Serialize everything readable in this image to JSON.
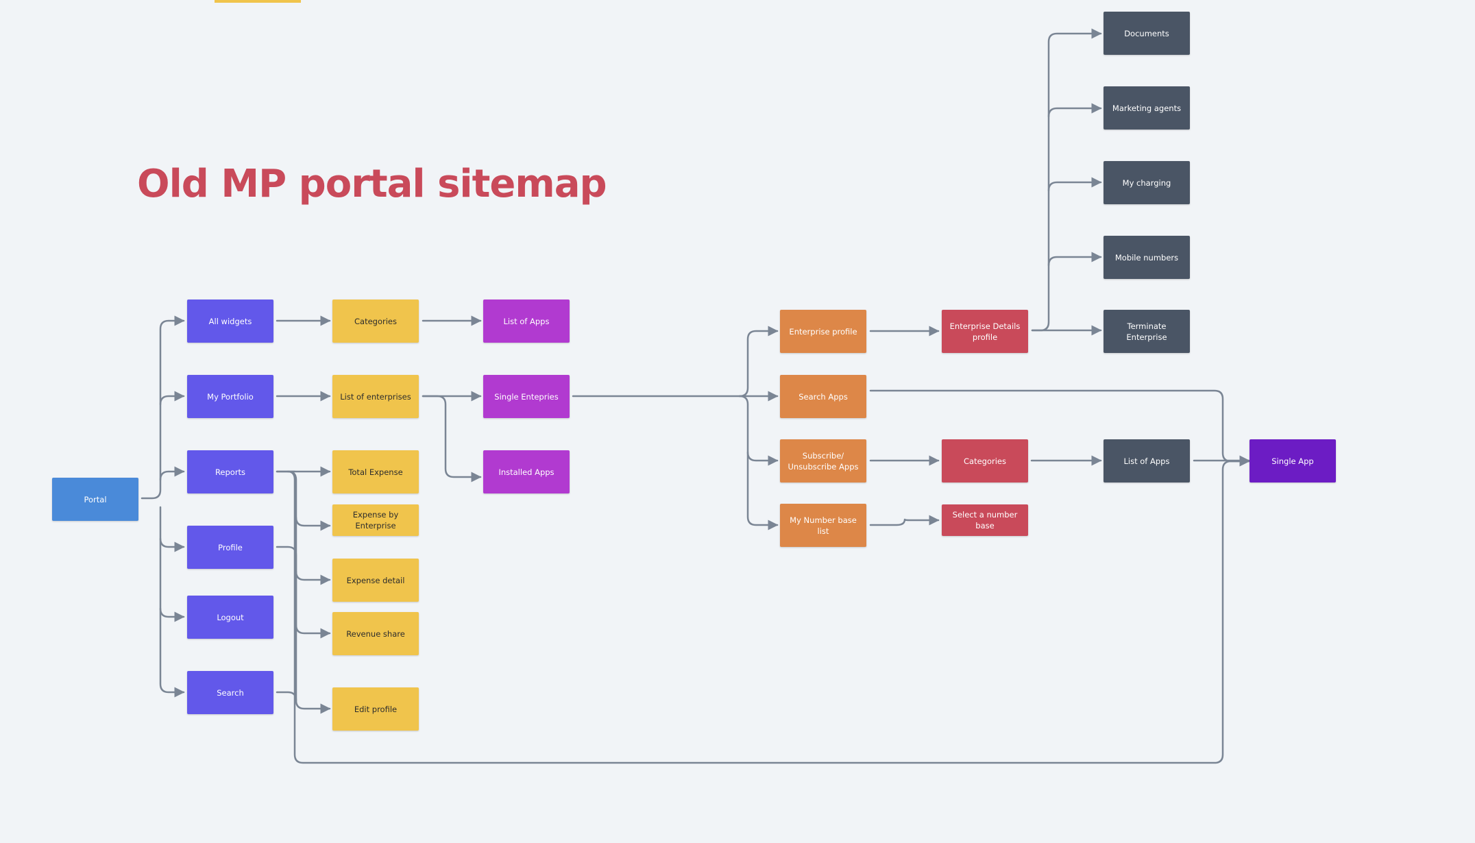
{
  "title": "Old MP portal sitemap",
  "colors": {
    "background": "#f1f4f7",
    "title": "#c94a5a",
    "connector": "#7a8594",
    "portal": "#4a8ad9",
    "level1": "#6258ea",
    "level2": "#f0c44c",
    "level3": "#b13ad0",
    "enterprise": "#dd8748",
    "details": "#c94a5a",
    "slate": "#4a5565",
    "single_app": "#6c1cc4"
  },
  "nodes": {
    "portal": "Portal",
    "all_widgets": "All widgets",
    "my_portfolio": "My Portfolio",
    "reports": "Reports",
    "profile": "Profile",
    "logout": "Logout",
    "search": "Search",
    "categories_yellow": "Categories",
    "list_of_enterprises": "List of  enterprises",
    "total_expense": "Total Expense",
    "expense_by_enterprise": "Expense by Enterprise",
    "expense_detail": "Expense detail",
    "revenue_share": "Revenue share",
    "edit_profile": "Edit profile",
    "list_of_apps_purple": "List of Apps",
    "single_enterprise": "Single Entepries",
    "installed_apps": "Installed  Apps",
    "enterprise_profile": "Enterprise profile",
    "search_apps": "Search Apps",
    "subscribe_apps": "Subscribe/\nUnsubscribe Apps",
    "my_number_base_list": "My Number base list",
    "enterprise_details_profile": "Enterprise Details\nprofile",
    "categories_red": "Categories",
    "select_number_base": "Select a number base",
    "documents": "Documents",
    "marketing_agents": "Marketing agents",
    "my_charging": "My charging",
    "mobile_numbers": "Mobile numbers",
    "terminate_enterprise": "Terminate Enterprise",
    "list_of_apps_slate": "List of Apps",
    "single_app": "Single App"
  }
}
